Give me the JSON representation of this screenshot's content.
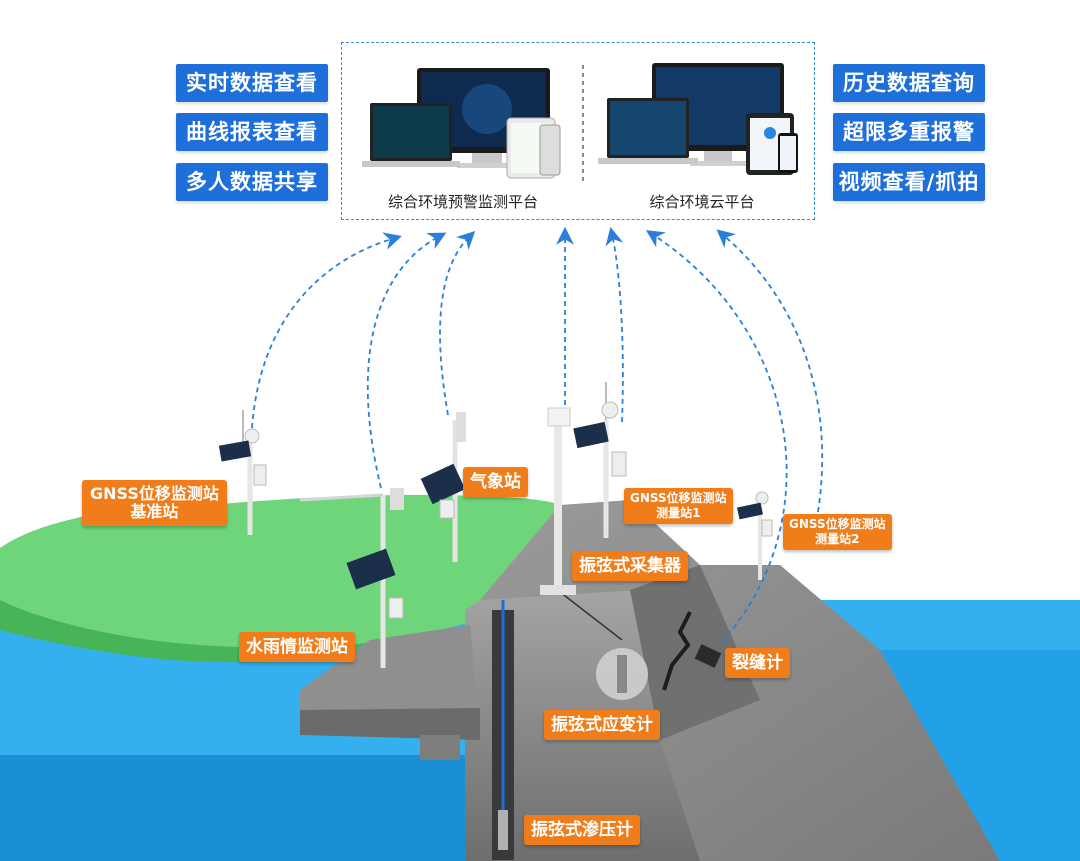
{
  "left_features": [
    "实时数据查看",
    "曲线报表查看",
    "多人数据共享"
  ],
  "right_features": [
    "历史数据查询",
    "超限多重报警",
    "视频查看/抓拍"
  ],
  "platforms": [
    {
      "caption": "综合环境预警监测平台"
    },
    {
      "caption": "综合环境云平台"
    }
  ],
  "stations": {
    "gnss_base": [
      "GNSS位移监测站",
      "基准站"
    ],
    "weather": "气象站",
    "gnss_station1": [
      "GNSS位移监测站",
      "测量站1"
    ],
    "gnss_station2": [
      "GNSS位移监测站",
      "测量站2"
    ],
    "collector": "振弦式采集器",
    "water_rain": "水雨情监测站",
    "crack": "裂缝计",
    "strain": "振弦式应变计",
    "piezometer": "振弦式渗压计"
  },
  "colors": {
    "feature_button": "#1e6fd9",
    "tag": "#f07d19",
    "link_arrow": "#2a7fd8",
    "water": "#1ea0e6",
    "grass": "#5fce6e",
    "rock": "#8c8c8c"
  }
}
